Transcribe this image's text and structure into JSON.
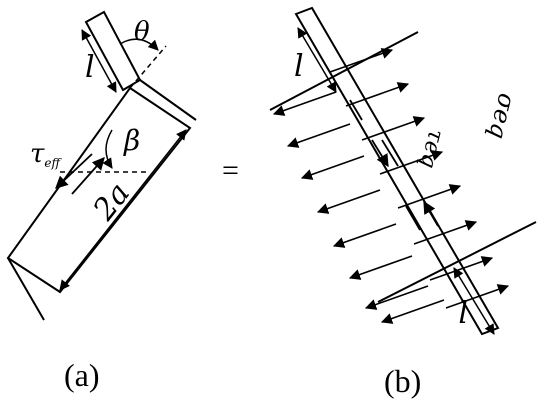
{
  "panel_a": {
    "caption": "(a)",
    "label_l": "l",
    "label_theta": "θ",
    "label_beta": "β",
    "label_tau": "τ",
    "label_tau_sub": "eff",
    "label_2a": "2a"
  },
  "equals_sign": "=",
  "panel_b": {
    "caption": "(b)",
    "label_l_top": "l",
    "label_l_bottom": "l",
    "label_tau_eq": "τeq",
    "label_sigma_eq": "σeq"
  }
}
